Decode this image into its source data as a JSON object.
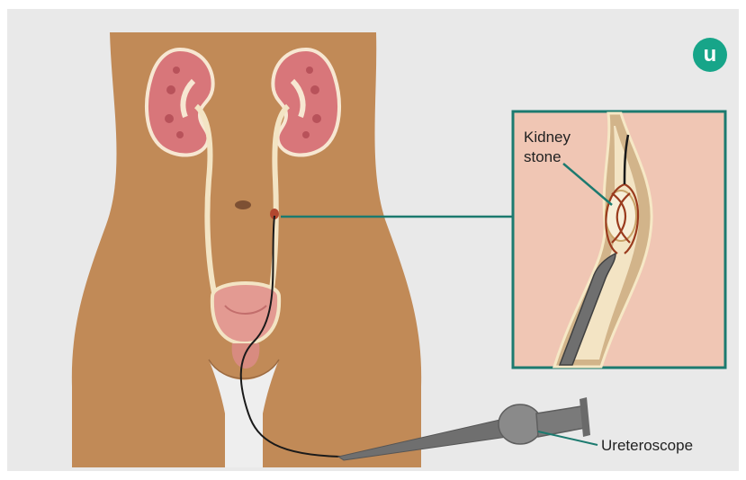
{
  "labels": {
    "kidney_line1": "Kidney",
    "kidney_line2": "stone",
    "ureteroscope": "Ureteroscope"
  },
  "logo": {
    "letter": "u",
    "color": "#17a589",
    "icon": "brand-logo-icon"
  },
  "colors": {
    "background": "#e9e9e9",
    "skin": "#c18a57",
    "kidney": "#d8767a",
    "ureter": "#f3e4c4",
    "inset_border": "#1c7a6f",
    "inset_bg": "#f0c6b4",
    "scope": "#6f6f6f"
  }
}
